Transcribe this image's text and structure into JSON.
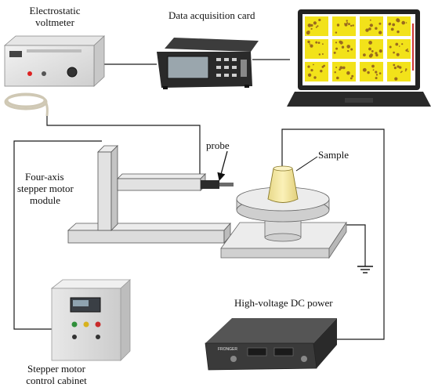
{
  "labels": {
    "electrostatic_voltmeter": [
      "Electrostatic",
      "voltmeter"
    ],
    "data_acquisition_card": "Data acquisition card",
    "probe": "probe",
    "sample": "Sample",
    "four_axis_module": [
      "Four-axis",
      "stepper motor",
      "module"
    ],
    "hv_power": "High-voltage DC power",
    "control_cabinet": [
      "Stepper motor",
      "control cabinet"
    ]
  },
  "device_text": {
    "hv_brand": "FRONGER"
  },
  "colors": {
    "wire": "#1a1a1a",
    "sample_fill": "#f3e7a0",
    "heatmap_bg": "#f2e21a",
    "heatmap_spot": "#9a6b1e",
    "device_gray": "#d9d9d9",
    "hv_body": "#3a3a3a",
    "laptop": "#222222"
  },
  "icons": {
    "ground": "ground-icon",
    "arrow": "arrow-icon"
  }
}
